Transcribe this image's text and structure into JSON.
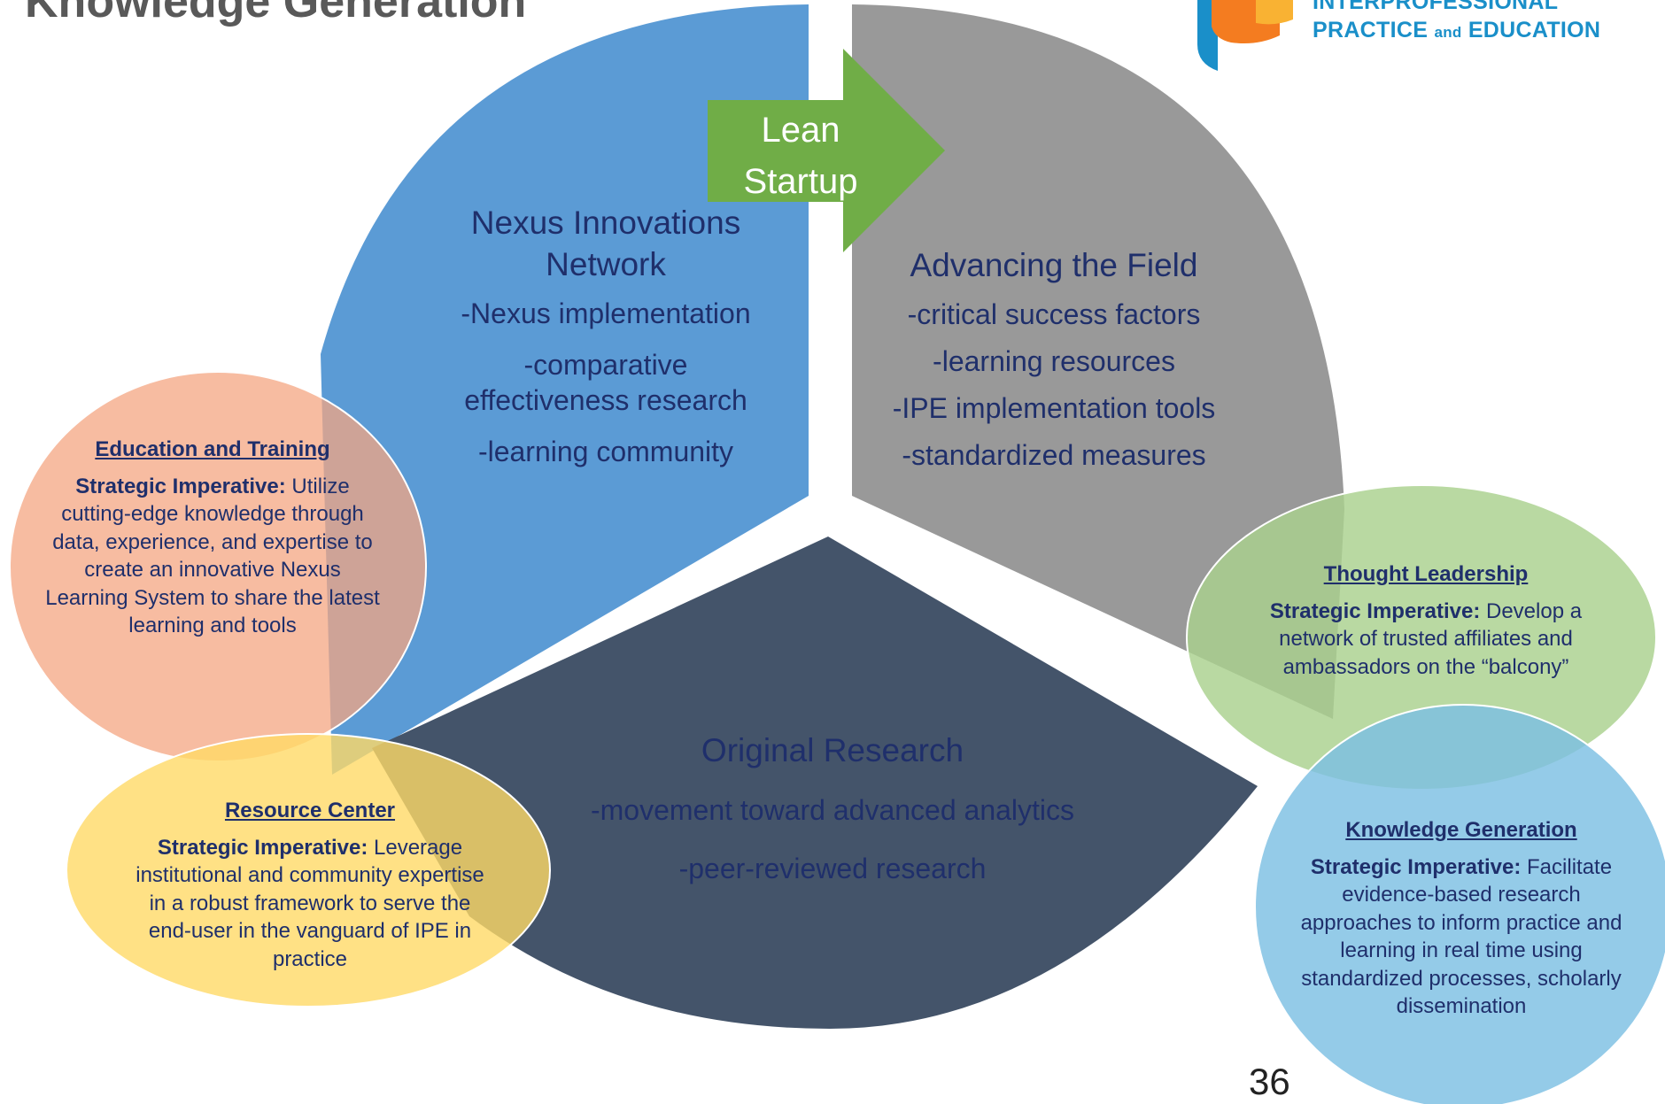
{
  "slide": {
    "title": "Knowledge Generation",
    "page_number": "36"
  },
  "logo": {
    "line1": "INTERPROFESSIONAL",
    "line2_a": "PRACTICE",
    "line2_and": "and",
    "line2_b": "EDUCATION"
  },
  "arrow": {
    "line1": "Lean",
    "line2": "Startup"
  },
  "segments": {
    "nexus": {
      "title_line1": "Nexus Innovations",
      "title_line2": "Network",
      "items": [
        "-Nexus implementation",
        "-comparative",
        "effectiveness research",
        "-learning community"
      ]
    },
    "field": {
      "title": "Advancing the Field",
      "items": [
        "-critical success factors",
        "-learning resources",
        "-IPE implementation tools",
        "-standardized measures"
      ]
    },
    "research": {
      "title": "Original Research",
      "items": [
        "-movement toward advanced analytics",
        "-peer-reviewed research"
      ]
    }
  },
  "circles": {
    "education": {
      "heading": "Education and Training",
      "imperative_label": "Strategic Imperative:",
      "imperative_lines": [
        "Utilize",
        "cutting-edge knowledge through",
        "data, experience, and expertise to",
        "create an innovative Nexus",
        "Learning System to share the latest",
        "learning and tools"
      ]
    },
    "resource": {
      "heading": "Resource Center",
      "imperative_label": "Strategic Imperative:",
      "imperative_lines": [
        "Leverage",
        "institutional and community expertise",
        "in a robust framework to serve the",
        "end-user in the vanguard of IPE in",
        "practice"
      ]
    },
    "thought": {
      "heading": "Thought Leadership",
      "imperative_label": "Strategic Imperative:",
      "imperative_lines": [
        "Develop a",
        "network of trusted affiliates and",
        "ambassadors on the “balcony”"
      ]
    },
    "knowledge": {
      "heading": "Knowledge Generation",
      "imperative_label": "Strategic Imperative:",
      "imperative_lines": [
        "Facilitate",
        "evidence-based research",
        "approaches to inform practice and",
        "learning in real time using",
        "standardized processes, scholarly",
        "dissemination"
      ]
    }
  },
  "colors": {
    "blue_segment": "#5b9bd5",
    "gray_segment": "#999999",
    "navy_segment": "#44546a",
    "arrow_green": "#70ad47",
    "circle_salmon": "#f4a582",
    "circle_yellow": "#ffd966",
    "circle_light_green": "#a9d18e",
    "circle_light_blue": "#7cc0e3",
    "text_navy": "#1f2f6b",
    "logo_blue": "#1a8fc9",
    "logo_orange": "#f47c20"
  }
}
